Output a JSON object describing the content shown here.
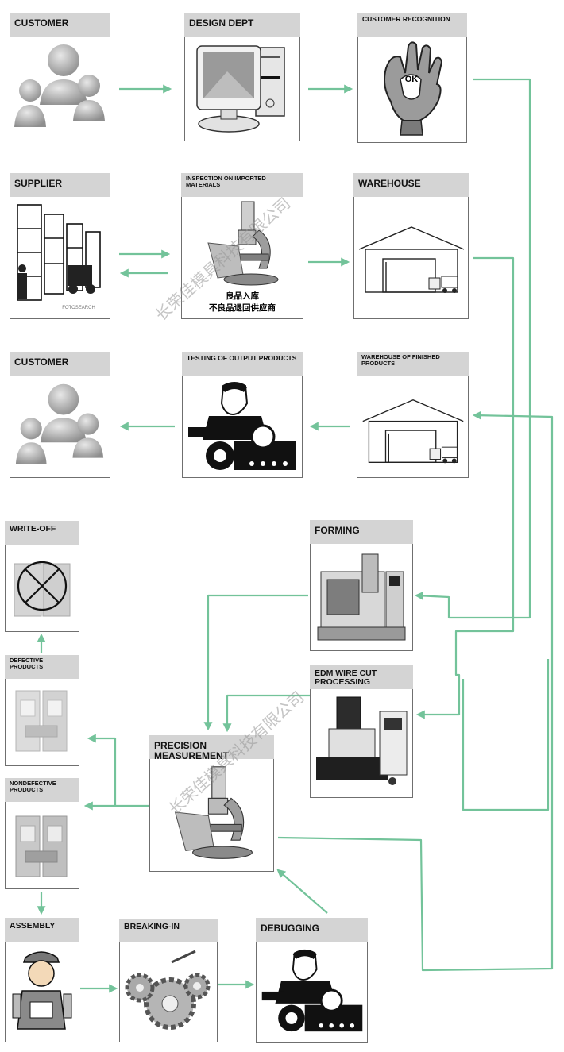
{
  "nodes": {
    "customer_top": "CUSTOMER",
    "design_dept": "DESIGN DEPT",
    "customer_recognition": "CUSTOMER RECOGNITION",
    "supplier": "SUPPLIER",
    "inspection": "INSPECTION ON IMPORTED MATERIALS",
    "warehouse": "WAREHOUSE",
    "customer_mid": "CUSTOMER",
    "testing_output": "TESTING OF OUTPUT PRODUCTS",
    "warehouse_finished": "WAREHOUSE OF FINISHED PRODUCTS",
    "write_off": "WRITE-OFF",
    "forming": "FORMING",
    "defective": "DEFECTIVE PRODUCTS",
    "edm": "EDM WIRE CUT PROCESSING",
    "precision": "PRECISION MEASUREMENT",
    "nondefective": "NONDEFECTIVE PRODUCTS",
    "assembly": "ASSEMBLY",
    "breaking_in": "BREAKING-IN",
    "debugging": "DEBUGGING"
  },
  "captions": {
    "inspection_line1": "良品入库",
    "inspection_line2": "不良品退回供应商",
    "ok_badge": "OK",
    "supplier_credit": "FOTOSEARCH"
  },
  "watermarks": [
    "长荣佳模具科技有限公司",
    "长荣佳模具科技有限公司"
  ],
  "colors": {
    "arrow": "#73c39a",
    "label_bg": "#d4d4d4",
    "border": "#6f6f6f"
  }
}
